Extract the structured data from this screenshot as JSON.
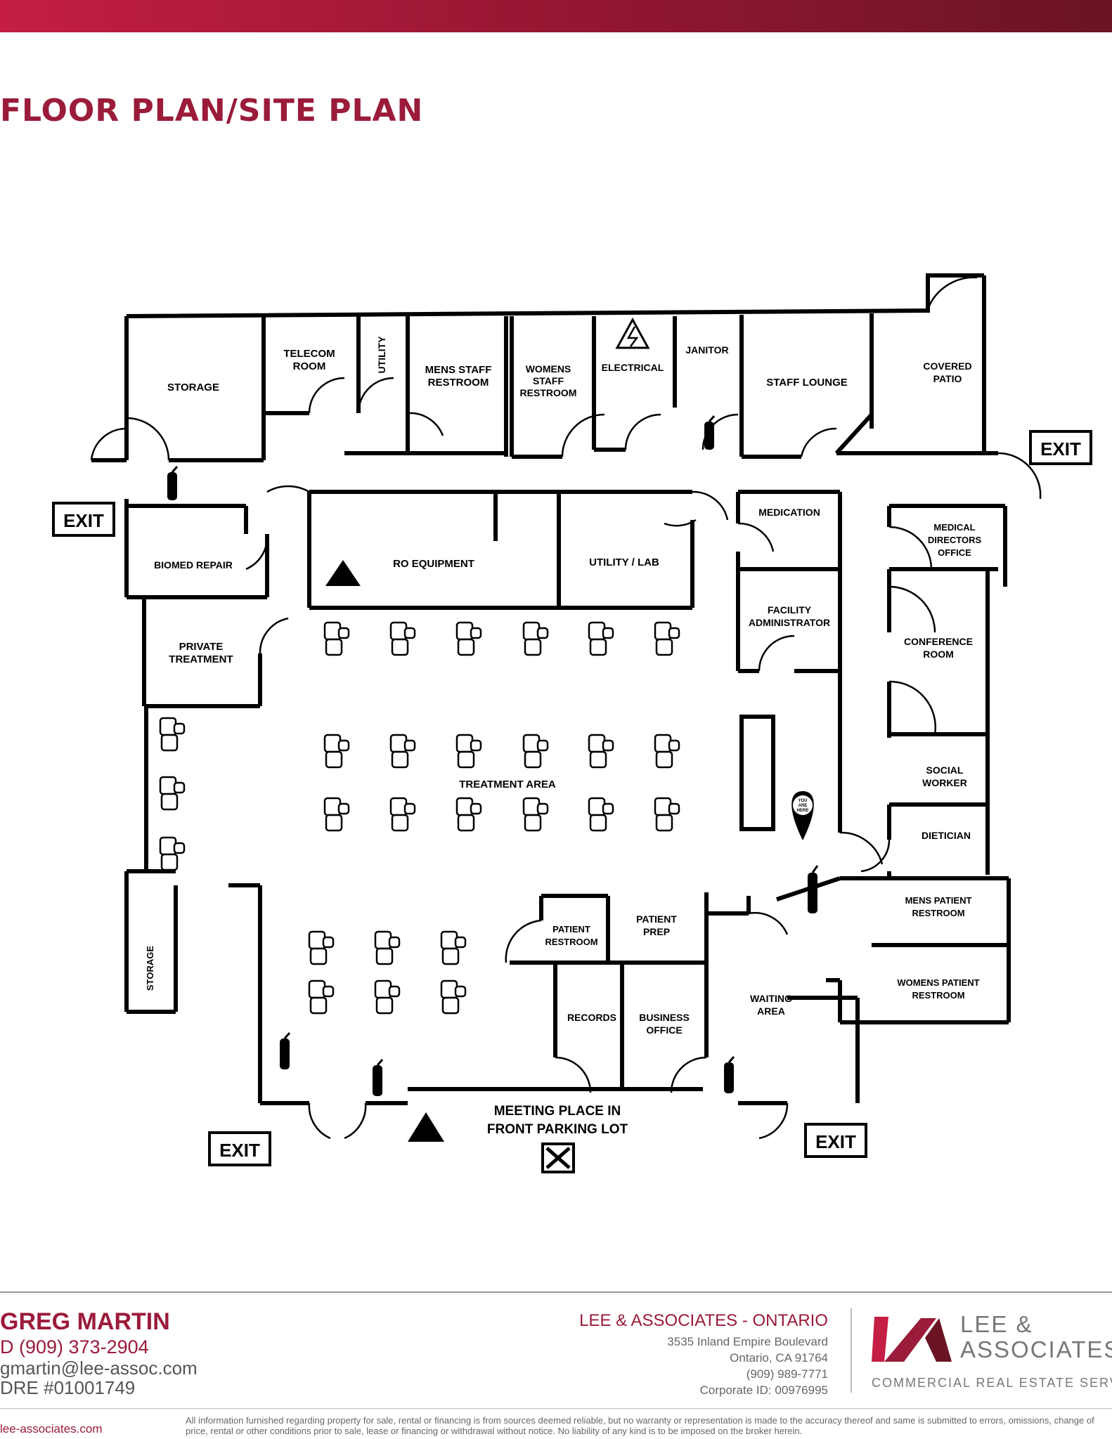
{
  "page_title": "FLOOR PLAN/SITE PLAN",
  "plan": {
    "rooms": {
      "storage_top": "STORAGE",
      "telecom_1": "TELECOM",
      "telecom_2": "ROOM",
      "utility": "UTILITY",
      "mens_staff_1": "MENS STAFF",
      "mens_staff_2": "RESTROOM",
      "womens_staff_1": "WOMENS",
      "womens_staff_2": "STAFF",
      "womens_staff_3": "RESTROOM",
      "electrical": "ELECTRICAL",
      "janitor": "JANITOR",
      "staff_lounge": "STAFF LOUNGE",
      "covered_patio_1": "COVERED",
      "covered_patio_2": "PATIO",
      "biomed_repair": "BIOMED REPAIR",
      "ro_equipment": "RO EQUIPMENT",
      "utility_lab": "UTILITY / LAB",
      "medication": "MEDICATION",
      "medical_directors_1": "MEDICAL",
      "medical_directors_2": "DIRECTORS",
      "medical_directors_3": "OFFICE",
      "private_treatment_1": "PRIVATE",
      "private_treatment_2": "TREATMENT",
      "facility_admin_1": "FACILITY",
      "facility_admin_2": "ADMINISTRATOR",
      "conference_1": "CONFERENCE",
      "conference_2": "ROOM",
      "treatment_area": "TREATMENT AREA",
      "social_worker_1": "SOCIAL",
      "social_worker_2": "WORKER",
      "dietician": "DIETICIAN",
      "mens_patient_1": "MENS PATIENT",
      "mens_patient_2": "RESTROOM",
      "womens_patient_1": "WOMENS PATIENT",
      "womens_patient_2": "RESTROOM",
      "patient_restroom_1": "PATIENT",
      "patient_restroom_2": "RESTROOM",
      "patient_prep_1": "PATIENT",
      "patient_prep_2": "PREP",
      "storage_side": "STORAGE",
      "records": "RECORDS",
      "business_office_1": "BUSINESS",
      "business_office_2": "OFFICE",
      "waiting_area_1": "WAITING",
      "waiting_area_2": "AREA",
      "meeting_place_1": "MEETING PLACE IN",
      "meeting_place_2": "FRONT PARKING LOT"
    },
    "exit_label": "EXIT",
    "you_are_here_1": "YOU",
    "you_are_here_2": "ARE",
    "you_are_here_3": "HERE"
  },
  "agent": {
    "name": "GREG MARTIN",
    "phone": "D   (909) 373-2904",
    "email": "gmartin@lee-assoc.com",
    "dre": "DRE #01001749"
  },
  "office": {
    "name": "LEE & ASSOCIATES - ONTARIO",
    "address": "3535 Inland Empire Boulevard",
    "city": "Ontario, CA 91764",
    "phone": "(909) 989-7771",
    "corporate_id": "Corporate ID:  00976995"
  },
  "logo": {
    "word1": "LEE &",
    "word2": "ASSOCIATES",
    "tagline": "COMMERCIAL REAL ESTATE SERVICES"
  },
  "website": "lee-associates.com",
  "disclaimer": "All information furnished regarding property for sale, rental or financing is from sources deemed reliable, but no warranty or representation is made to the accuracy thereof and same is submitted to errors, omissions, change of price, rental or other conditions prior to sale, lease or financing or withdrawal without notice. No liability of any kind is to be imposed on the broker herein.",
  "colors": {
    "brand": "#9b1b3a",
    "topbar_start": "#c41e45",
    "topbar_end": "#6a1424"
  }
}
